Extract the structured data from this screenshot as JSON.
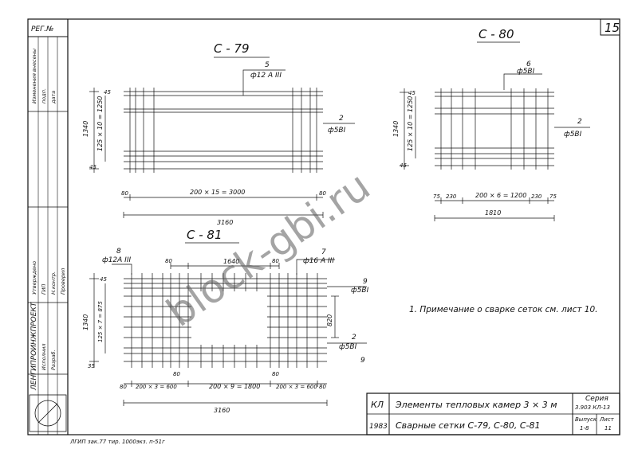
{
  "sheet": {
    "number": "15",
    "reg_label": "РЕГ.№",
    "footer_print": "ЛГИП  зак.77  тир. 1000экз. п-51г",
    "watermark": "block-gbi.ru"
  },
  "side": {
    "lines": [
      "Изменения внесены",
      "подп.",
      "дата",
      "Утверждено",
      "ГИП",
      "Н.контр.",
      "Проверил",
      "Исполнил",
      "Разраб."
    ],
    "org": "ЛЕНГИПРОИНЖПРОЕКТ"
  },
  "nets": {
    "c79": {
      "title": "С - 79",
      "pos5": "5",
      "pos5_bar": "ф12 А III",
      "pos2": "2",
      "pos2_bar": "ф5ВI",
      "v_total": "1340",
      "v_pitch": "125 × 10 = 1250",
      "v_edge_top": "45",
      "v_edge_bot": "45",
      "h_edge_l": "80",
      "h_edge_r": "80",
      "h_pitch": "200 × 15 = 3000",
      "h_total": "3160"
    },
    "c80": {
      "title": "С - 80",
      "pos6": "6",
      "pos6_bar": "ф5ВI",
      "pos2": "2",
      "pos2_bar": "ф5ВI",
      "v_total": "1340",
      "v_pitch": "125 × 10 = 1250",
      "v_edge_top": "45",
      "v_edge_bot": "45",
      "h_edge_l": "75",
      "h_a": "230",
      "h_pitch": "200 × 6 = 1200",
      "h_b": "230",
      "h_edge_r": "75",
      "h_total": "1810"
    },
    "c81": {
      "title": "С - 81",
      "pos8": "8",
      "pos8_bar": "ф12А III",
      "pos7": "7",
      "pos7_bar": "ф16 А III",
      "pos9": "9",
      "pos9_bar": "ф5ВI",
      "pos9b": "9",
      "pos2": "2",
      "pos2_bar": "ф5ВI",
      "top_l": "80",
      "top_mid": "1640",
      "top_r": "80",
      "v_total": "1340",
      "v_pitch": "125 × 7 = 875",
      "v_edge_top": "45",
      "v_edge_bot": "35",
      "v_opening": "820",
      "in_l": "80",
      "in_r": "80",
      "h_edge_l": "80",
      "h_a": "200 × 3 = 600",
      "h_mid": "200 × 9 = 1800",
      "h_b": "200 × 3 = 600",
      "h_edge_r": "80",
      "h_total": "3160"
    }
  },
  "note": "1. Примечание  о сварке  сеток  см.  лист 10.",
  "stamp": {
    "code": "КЛ",
    "year": "1983",
    "title1": "Элементы  тепловых  камер  3 × 3 м",
    "title2": "Сварные  сетки  С-79, С-80, С-81",
    "seria_label": "Серия",
    "seria_value": "3.903 КЛ-13",
    "vyp_label": "Выпуск",
    "vyp_value": "1-8",
    "list_label": "Лист",
    "list_value": "11"
  }
}
